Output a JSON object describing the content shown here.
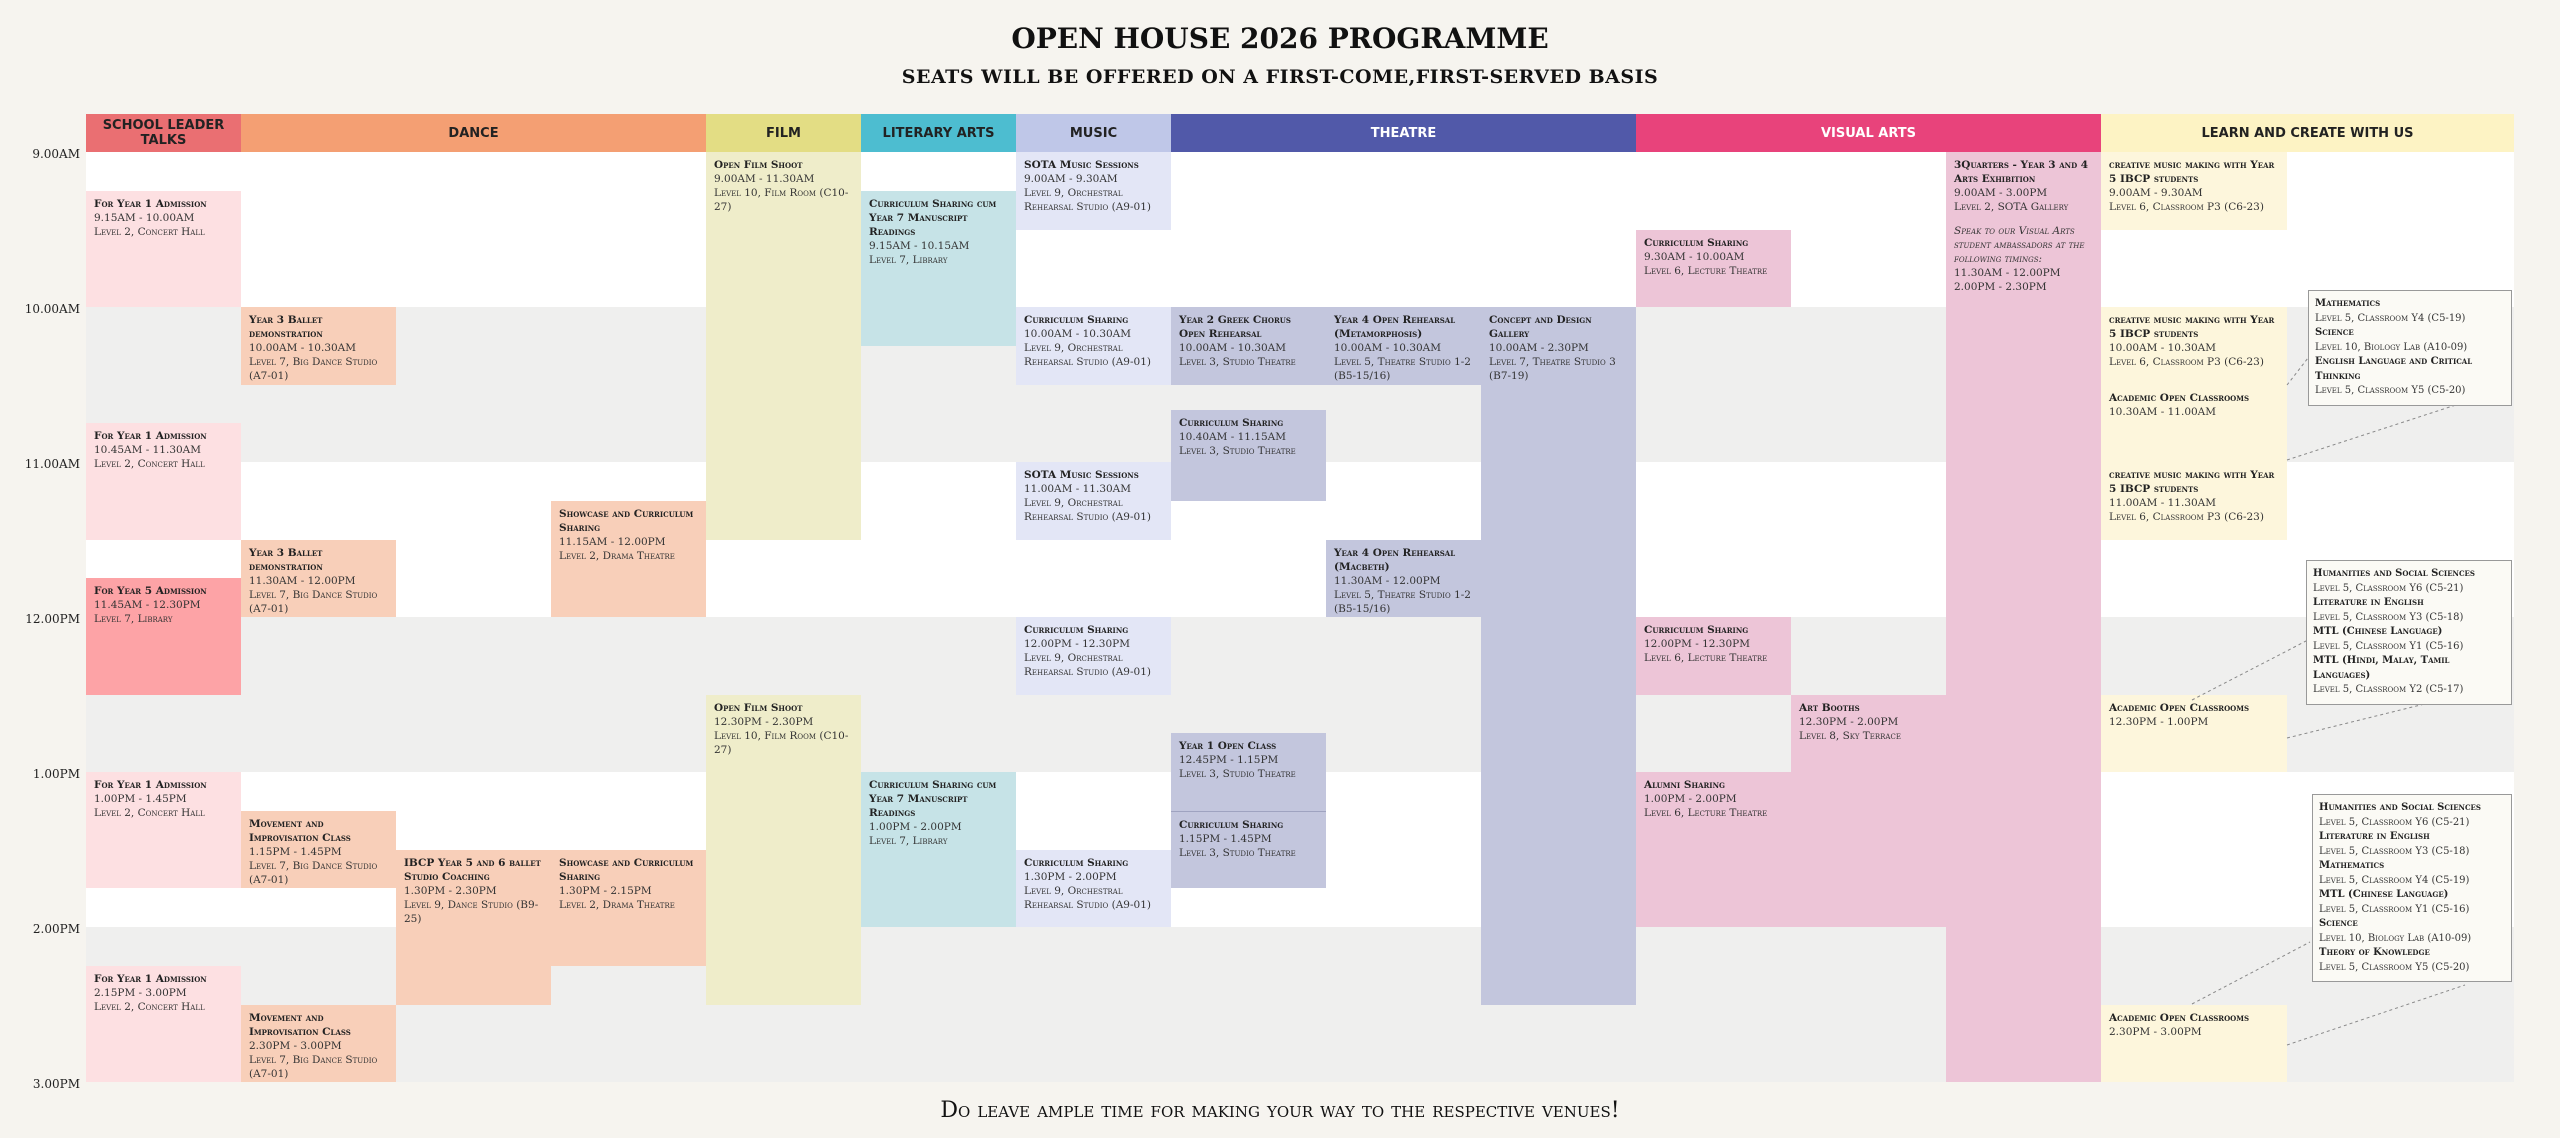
{
  "title": "OPEN HOUSE 2026 PROGRAMME",
  "subtitle": "SEATS WILL BE OFFERED ON A FIRST-COME,FIRST-SERVED BASIS",
  "footer": "Do leave ample time for making your way to the respective venues!",
  "columns": [
    {
      "label": "SCHOOL LEADER TALKS",
      "color": "#ea6f72"
    },
    {
      "label": "DANCE",
      "color": "#f49f73"
    },
    {
      "label": "FILM",
      "color": "#e3dd84"
    },
    {
      "label": "LITERARY ARTS",
      "color": "#4dbdd0"
    },
    {
      "label": "MUSIC",
      "color": "#bfc7e8"
    },
    {
      "label": "THEATRE",
      "color": "#5159a9"
    },
    {
      "label": "VISUAL ARTS",
      "color": "#e8437b"
    },
    {
      "label": "LEARN AND CREATE WITH US",
      "color": "#fdf3c4"
    }
  ],
  "times": [
    "9.00AM",
    "10.00AM",
    "11.00AM",
    "12.00PM",
    "1.00PM",
    "2.00PM",
    "3.00PM"
  ],
  "events": [
    {
      "title": "For Year 1 Admission",
      "time": "9.15AM - 10.00AM",
      "venue": "Level 2, Concert Hall"
    },
    {
      "title": "For Year 1 Admission",
      "time": "10.45AM - 11.30AM",
      "venue": "Level 2, Concert Hall"
    },
    {
      "title": "For Year 5 Admission",
      "time": "11.45AM - 12.30PM",
      "venue": "Level 7, Library"
    },
    {
      "title": "For Year 1 Admission",
      "time": "1.00PM - 1.45PM",
      "venue": "Level 2, Concert Hall"
    },
    {
      "title": "For Year 1 Admission",
      "time": "2.15PM - 3.00PM",
      "venue": "Level 2, Concert Hall"
    },
    {
      "title": "Year 3 Ballet demonstration",
      "time": "10.00AM - 10.30AM",
      "venue": "Level 7, Big Dance Studio (A7-01)"
    },
    {
      "title": "Year 3 Ballet demonstration",
      "time": "11.30AM - 12.00PM",
      "venue": "Level 7, Big Dance Studio (A7-01)"
    },
    {
      "title": "Showcase and Curriculum Sharing",
      "time": "11.15AM - 12.00PM",
      "venue": "Level 2, Drama Theatre"
    },
    {
      "title": "Movement and Improvisation Class",
      "time": "1.15PM - 1.45PM",
      "venue": "Level 7, Big Dance Studio (A7-01)"
    },
    {
      "title": "IBCP Year 5 and 6 ballet Studio Coaching",
      "time": "1.30PM - 2.30PM",
      "venue": "Level 9, Dance Studio (B9-25)"
    },
    {
      "title": "Showcase and Curriculum Sharing",
      "time": "1.30PM - 2.15PM",
      "venue": "Level 2, Drama Theatre"
    },
    {
      "title": "Movement and Improvisation Class",
      "time": "2.30PM - 3.00PM",
      "venue": "Level 7, Big Dance Studio (A7-01)"
    },
    {
      "title": "Open Film Shoot",
      "time": "9.00AM - 11.30AM",
      "venue": "Level 10, Film Room (C10-27)"
    },
    {
      "title": "Open Film Shoot",
      "time": "12.30PM - 2.30PM",
      "venue": "Level 10, Film Room (C10-27)"
    },
    {
      "title": "Curriculum Sharing cum Year 7 Manuscript Readings",
      "time": "9.15AM - 10.15AM",
      "venue": "Level 7, Library"
    },
    {
      "title": "Curriculum Sharing cum Year 7 Manuscript Readings",
      "time": "1.00PM - 2.00PM",
      "venue": "Level 7, Library"
    },
    {
      "title": "SOTA Music Sessions",
      "time": "9.00AM - 9.30AM",
      "venue": "Level 9, Orchestral Rehearsal Studio (A9-01)"
    },
    {
      "title": "Curriculum Sharing",
      "time": "10.00AM - 10.30AM",
      "venue": "Level 9, Orchestral Rehearsal Studio (A9-01)"
    },
    {
      "title": "SOTA Music Sessions",
      "time": "11.00AM - 11.30AM",
      "venue": "Level 9, Orchestral Rehearsal Studio (A9-01)"
    },
    {
      "title": "Curriculum Sharing",
      "time": "12.00PM - 12.30PM",
      "venue": "Level 9, Orchestral Rehearsal Studio (A9-01)"
    },
    {
      "title": "Curriculum Sharing",
      "time": "1.30PM - 2.00PM",
      "venue": "Level 9, Orchestral Rehearsal Studio (A9-01)"
    },
    {
      "title": "Year 2 Greek Chorus Open Rehearsal",
      "time": "10.00AM - 10.30AM",
      "venue": "Level 3, Studio Theatre"
    },
    {
      "title": "Year 4 Open Rehearsal (Metamorphosis)",
      "time": "10.00AM - 10.30AM",
      "venue": "Level 5, Theatre Studio 1-2 (B5-15/16)"
    },
    {
      "title": "Concept and Design Gallery",
      "time": "10.00AM - 2.30PM",
      "venue": "Level 7, Theatre Studio 3 (B7-19)"
    },
    {
      "title": "Curriculum Sharing",
      "time": "10.40AM - 11.15AM",
      "venue": "Level 3, Studio Theatre"
    },
    {
      "title": "Year 4 Open Rehearsal (Macbeth)",
      "time": "11.30AM - 12.00PM",
      "venue": "Level 5, Theatre Studio 1-2 (B5-15/16)"
    },
    {
      "title": "Year 1 Open Class",
      "time": "12.45PM - 1.15PM",
      "venue": "Level 3, Studio Theatre"
    },
    {
      "title": "Curriculum Sharing",
      "time": "1.15PM - 1.45PM",
      "venue": "Level 3, Studio Theatre"
    },
    {
      "title": "Curriculum Sharing",
      "time": "9.30AM - 10.00AM",
      "venue": "Level 6, Lecture Theatre"
    },
    {
      "title": "Curriculum Sharing",
      "time": "12.00PM - 12.30PM",
      "venue": "Level 6, Lecture Theatre"
    },
    {
      "title": "Art Booths",
      "time": "12.30PM - 2.00PM",
      "venue": "Level 8, Sky Terrace"
    },
    {
      "title": "Alumni Sharing",
      "time": "1.00PM - 2.00PM",
      "venue": "Level 6, Lecture Theatre"
    },
    {
      "title": "3Quarters - Year 3 and 4 Arts Exhibition",
      "time": "9.00AM - 3.00PM",
      "venue": "Level 2, SOTA Gallery",
      "note": "Speak to our Visual Arts student ambassadors at the following timings:",
      "note_time1": "11.30AM - 12.00PM",
      "note_time2": "2.00PM - 2.30PM"
    },
    {
      "title": "creative music making with Year 5 IBCP students",
      "time": "9.00AM - 9.30AM",
      "venue": "Level 6, Classroom P3 (C6-23)"
    },
    {
      "title": "creative music making with Year 5 IBCP students",
      "time": "10.00AM - 10.30AM",
      "venue": "Level 6, Classroom P3 (C6-23)"
    },
    {
      "title": "Academic Open Classrooms",
      "time": "10.30AM - 11.00AM",
      "venue": ""
    },
    {
      "title": "creative music making with Year 5 IBCP students",
      "time": "11.00AM - 11.30AM",
      "venue": "Level 6, Classroom P3 (C6-23)"
    },
    {
      "title": "Academic Open Classrooms",
      "time": "12.30PM - 1.00PM",
      "venue": ""
    },
    {
      "title": "Academic Open Classrooms",
      "time": "2.30PM - 3.00PM",
      "venue": ""
    }
  ],
  "callouts": [
    [
      {
        "subject": "Mathematics",
        "venue": "Level 5, Classroom Y4 (C5-19)"
      },
      {
        "subject": "Science",
        "venue": "Level 10, Biology Lab (A10-09)"
      },
      {
        "subject": "English Language and Critical Thinking",
        "venue": "Level 5, Classroom Y5 (C5-20)"
      }
    ],
    [
      {
        "subject": "Humanities and Social Sciences",
        "venue": "Level 5, Classroom Y6 (C5-21)"
      },
      {
        "subject": "Literature in English",
        "venue": "Level 5, Classroom Y3 (C5-18)"
      },
      {
        "subject": "MTL (Chinese Language)",
        "venue": "Level 5, Classroom Y1 (C5-16)"
      },
      {
        "subject": "MTL (Hindi, Malay, Tamil Languages)",
        "venue": "Level 5, Classroom Y2 (C5-17)"
      }
    ],
    [
      {
        "subject": "Humanities and Social Sciences",
        "venue": "Level 5, Classroom Y6 (C5-21)"
      },
      {
        "subject": "Literature in English",
        "venue": "Level 5, Classroom Y3 (C5-18)"
      },
      {
        "subject": "Mathematics",
        "venue": "Level 5, Classroom Y4 (C5-19)"
      },
      {
        "subject": "MTL (Chinese Language)",
        "venue": "Level 5, Classroom Y1 (C5-16)"
      },
      {
        "subject": "Science",
        "venue": "Level 10, Biology Lab (A10-09)"
      },
      {
        "subject": "Theory of Knowledge",
        "venue": "Level 5, Classroom Y5 (C5-20)"
      }
    ]
  ],
  "colors": {
    "talk_light": "#fde0e2",
    "talk_strong": "#fda3a6",
    "dance": "#f8cfb9",
    "film": "#efedca",
    "lit": "#c6e3e7",
    "music": "#e3e6f6",
    "theatre": "#c3c6dd",
    "visual": "#edc5d7",
    "learn": "#fdf6dc"
  }
}
